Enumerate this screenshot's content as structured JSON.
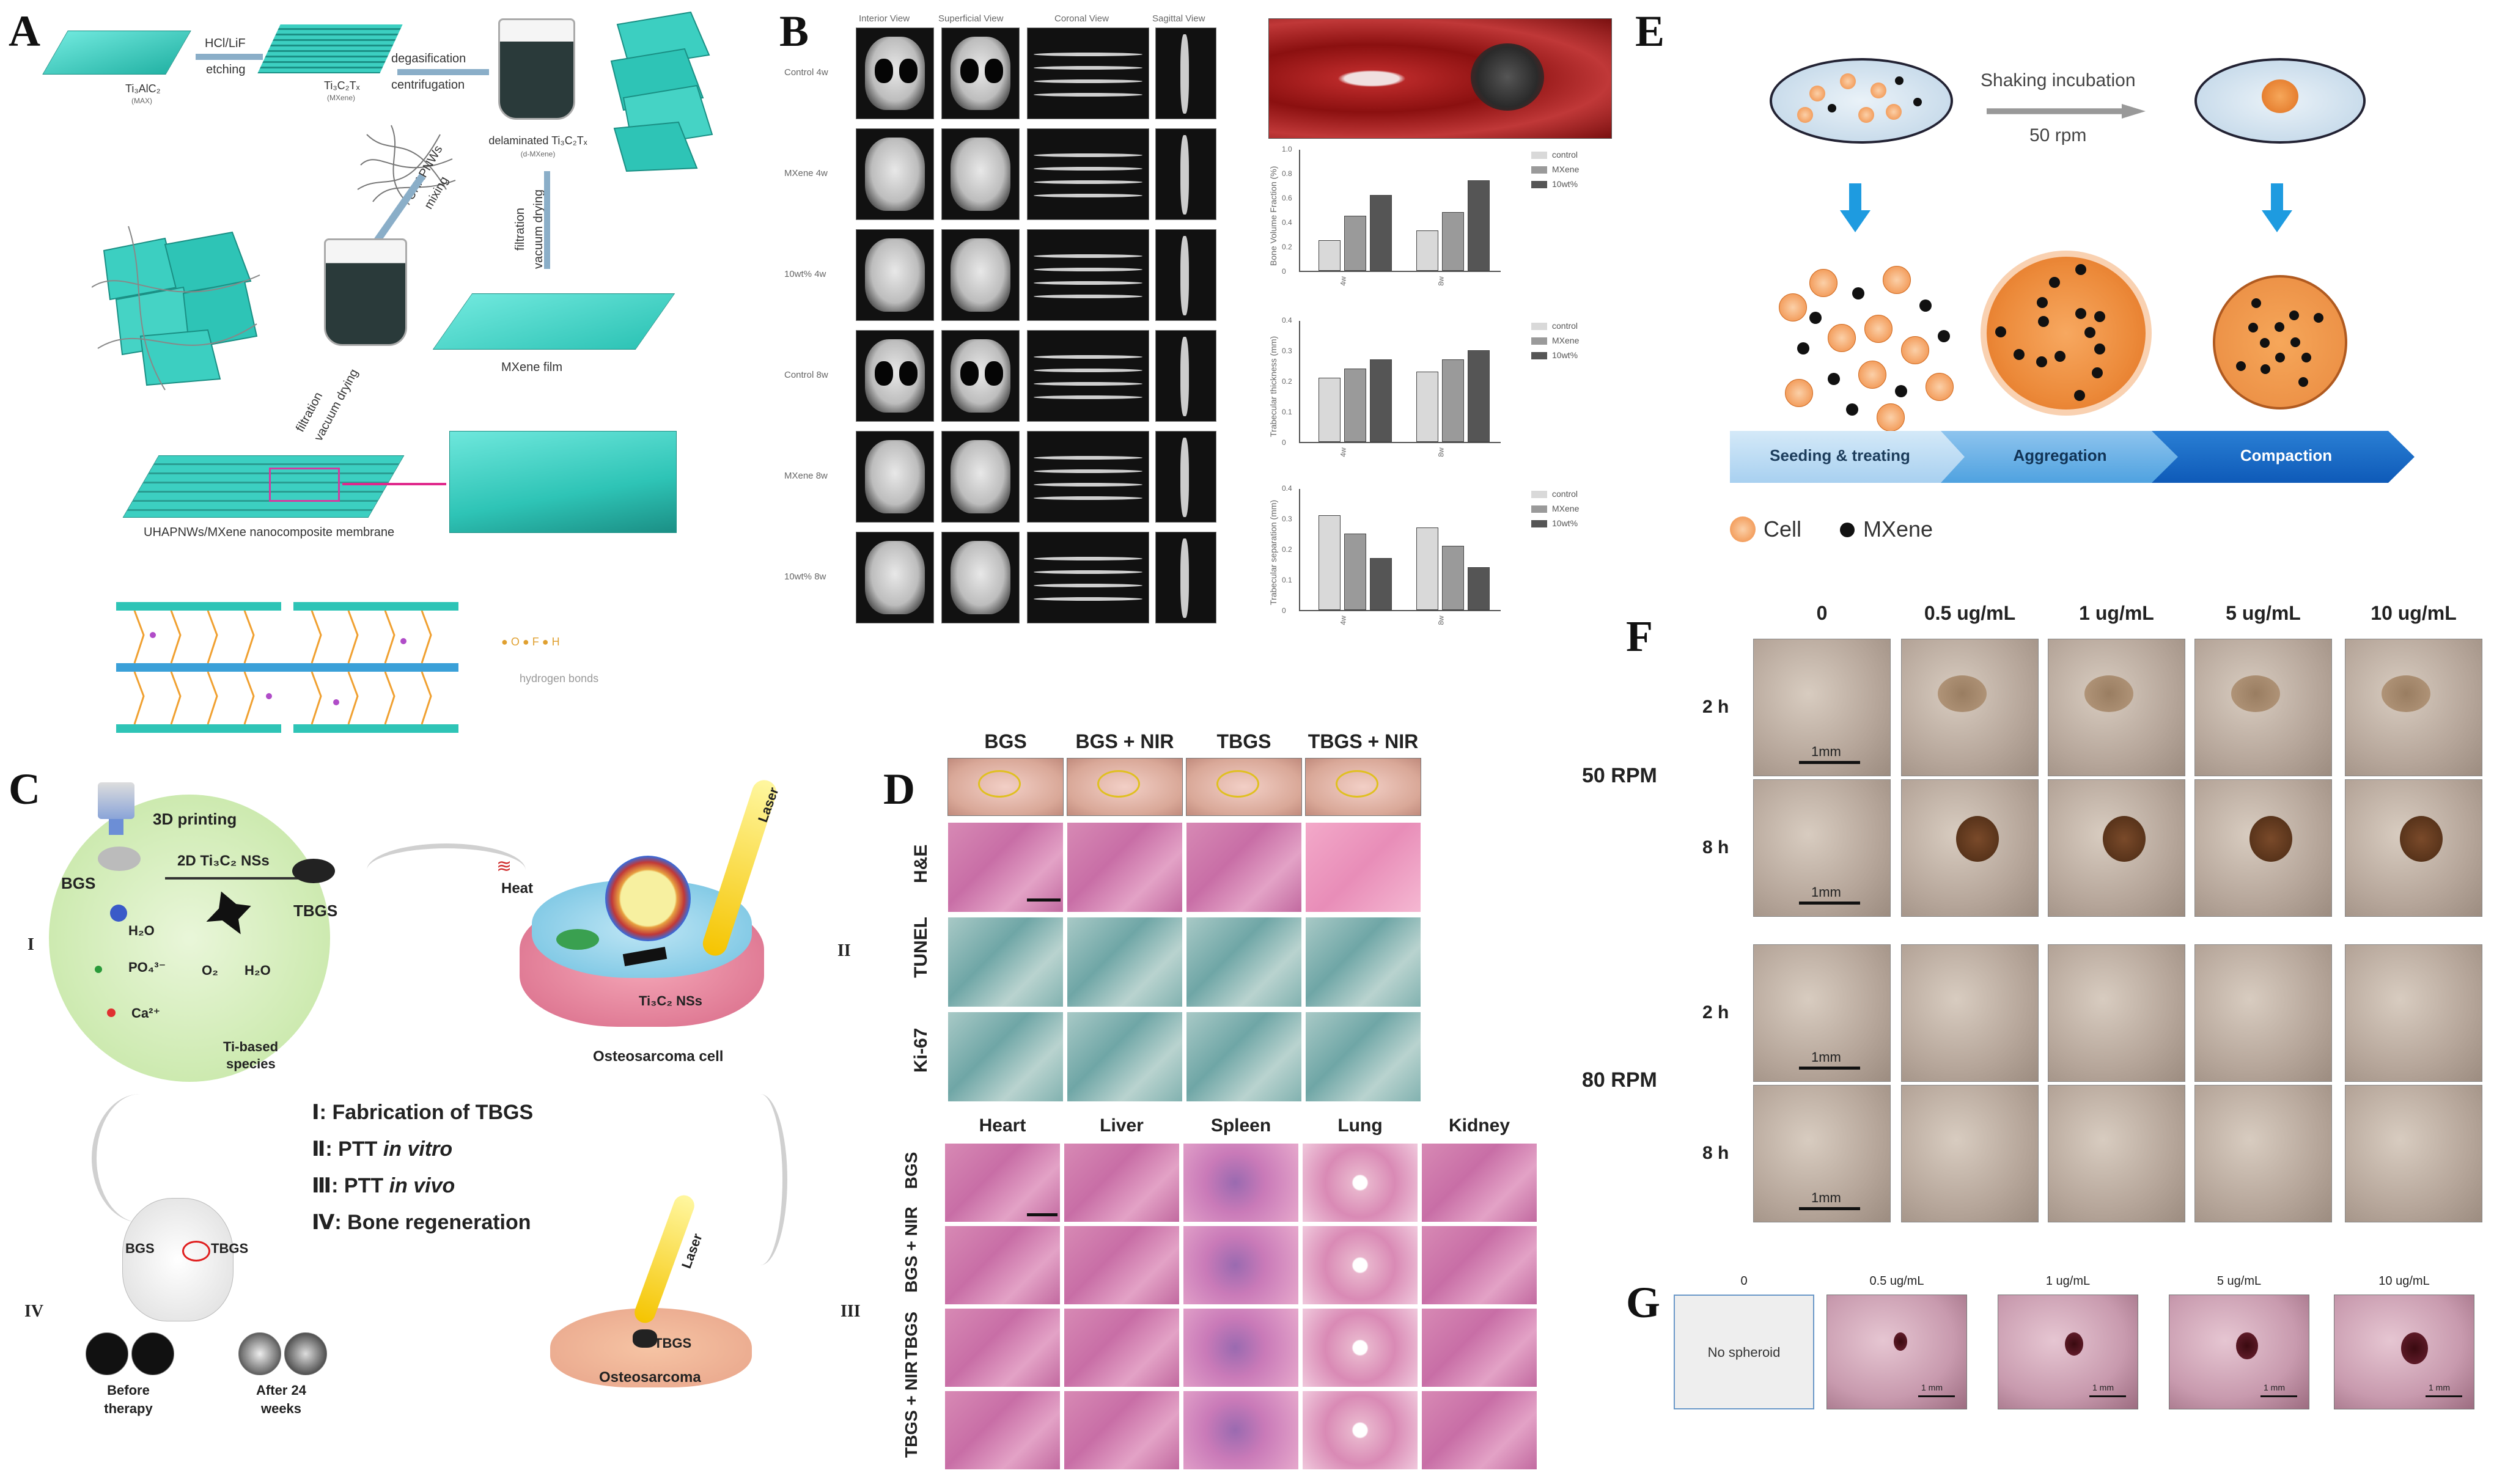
{
  "panelA": {
    "label": "A",
    "max": "Ti₃AlC₂",
    "max_sub": "(MAX)",
    "mxene": "Ti₃C₂Tₓ",
    "mxene_sub": "(MXene)",
    "step1": "HCl/LiF",
    "step1b": "etching",
    "step2": "degasification",
    "step2b": "centrifugation",
    "delam": "delaminated Ti₃C₂Tₓ",
    "delam_sub": "(d-MXene)",
    "uhapnws": "UHAPNWs",
    "mixing": "mixing",
    "filtration1": "filtration",
    "vacuum1": "vacuum drying",
    "filtration2": "filtration",
    "vacuum2": "vacuum drying",
    "film": "MXene film",
    "membrane": "UHAPNWs/MXene nanocomposite membrane",
    "legend_atoms": "● O  ● F  ● H",
    "legend_bonds": "hydrogen bonds"
  },
  "panelB": {
    "label": "B",
    "cols": [
      "Interior View",
      "Superficial View",
      "Coronal View",
      "Sagittal View"
    ],
    "rows": [
      "Control 4w",
      "MXene 4w",
      "10wt% 4w",
      "Control 8w",
      "MXene 8w",
      "10wt% 8w"
    ],
    "legend": [
      "control",
      "MXene",
      "10wt%"
    ],
    "charts": [
      {
        "ylabel": "Bone Volume Fraction (%)",
        "ticks": [
          "0",
          "0.2",
          "0.4",
          "0.6",
          "0.8",
          "1.0"
        ]
      },
      {
        "ylabel": "Trabecular thickness (mm)",
        "ticks": [
          "0",
          "0.1",
          "0.2",
          "0.3",
          "0.4"
        ]
      },
      {
        "ylabel": "Trabecular separation (mm)",
        "ticks": [
          "0",
          "0.1",
          "0.2",
          "0.3",
          "0.4"
        ]
      }
    ],
    "xcats": [
      "4w",
      "8w"
    ]
  },
  "panelC": {
    "label": "C",
    "print": "3D printing",
    "bgs": "BGS",
    "nss": "2D Ti₃C₂ NSs",
    "tbgs": "TBGS",
    "h2o": "H₂O",
    "po4": "PO₄³⁻",
    "ca": "Ca²⁺",
    "o2": "O₂",
    "h2o2": "H₂O",
    "ti": "Ti-based",
    "ti2": "species",
    "heat": "Heat",
    "laser": "Laser",
    "nss2": "Ti₃C₂ NSs",
    "cell": "Osteosarcoma cell",
    "osteo": "Osteosarcoma",
    "tbgs2": "TBGS",
    "mouse_bgs": "BGS",
    "mouse_tbgs": "TBGS",
    "before": "Before",
    "before2": "therapy",
    "after": "After 24",
    "after2": "weeks",
    "roman": [
      "I",
      "II",
      "III",
      "IV"
    ],
    "steps": [
      {
        "num": "Ⅰ:",
        "text": "Fabrication of TBGS",
        "italic": ""
      },
      {
        "num": "Ⅱ:",
        "text": "PTT ",
        "italic": "in vitro"
      },
      {
        "num": "Ⅲ:",
        "text": "PTT ",
        "italic": "in vivo"
      },
      {
        "num": "Ⅳ:",
        "text": "Bone regeneration",
        "italic": ""
      }
    ]
  },
  "panelD": {
    "label": "D",
    "groups": [
      "BGS",
      "BGS + NIR",
      "TBGS",
      "TBGS + NIR"
    ],
    "stains": [
      "H&E",
      "TUNEL",
      "Ki-67"
    ],
    "organs": [
      "Heart",
      "Liver",
      "Spleen",
      "Lung",
      "Kidney"
    ],
    "organ_rows": [
      "BGS",
      "BGS + NIR",
      "TBGS",
      "TBGS + NIR"
    ]
  },
  "panelE": {
    "label": "E",
    "shaking": "Shaking incubation",
    "rpm": "50 rpm",
    "stages": [
      "Seeding & treating",
      "Aggregation",
      "Compaction"
    ],
    "legend_cell": "Cell",
    "legend_mxene": "MXene"
  },
  "panelF": {
    "label": "F",
    "concs": [
      "0",
      "0.5 ug/mL",
      "1 ug/mL",
      "5 ug/mL",
      "10 ug/mL"
    ],
    "times": [
      "2 h",
      "8 h",
      "2 h",
      "8 h"
    ],
    "rpm50": "50 RPM",
    "rpm80": "80 RPM",
    "scale": "1mm"
  },
  "panelG": {
    "label": "G",
    "concs": [
      "0",
      "0.5 ug/mL",
      "1 ug/mL",
      "5 ug/mL",
      "10 ug/mL"
    ],
    "none": "No spheroid",
    "scale": "1 mm"
  },
  "colors": {
    "mxene_teal": "#2ec4b6",
    "he_pink": "#d789b4",
    "cell_orange": "#f4a261",
    "arrow_blue": "#1e88e5"
  }
}
